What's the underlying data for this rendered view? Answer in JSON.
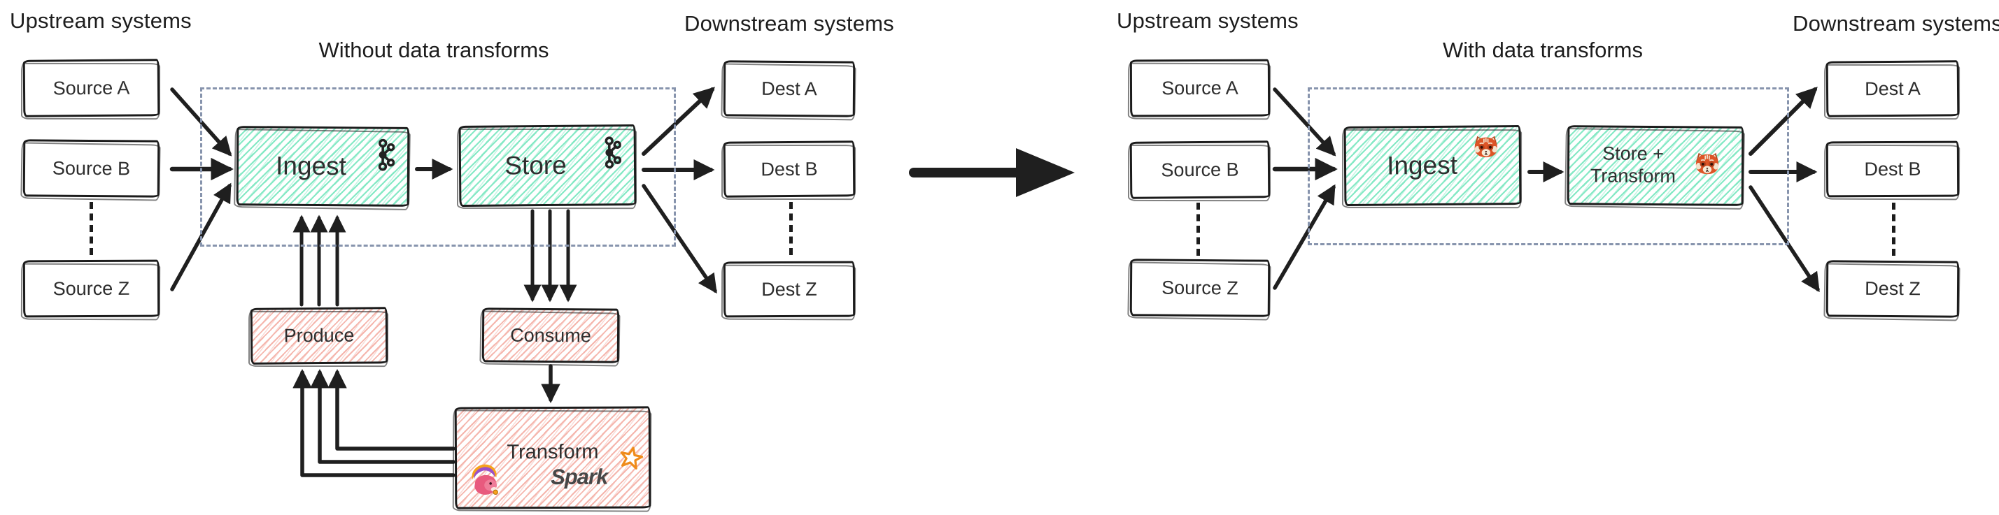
{
  "left": {
    "upstream_label": "Upstream systems",
    "downstream_label": "Downstream systems",
    "title": "Without data transforms",
    "sources": [
      "Source A",
      "Source B",
      "Source Z"
    ],
    "dests": [
      "Dest A",
      "Dest B",
      "Dest Z"
    ],
    "ingest_label": "Ingest",
    "store_label": "Store",
    "produce_label": "Produce",
    "consume_label": "Consume",
    "transform_label": "Transform",
    "spark_label": "Spark"
  },
  "right": {
    "upstream_label": "Upstream systems",
    "downstream_label": "Downstream systems",
    "title": "With data transforms",
    "sources": [
      "Source A",
      "Source B",
      "Source Z"
    ],
    "dests": [
      "Dest A",
      "Dest B",
      "Dest Z"
    ],
    "ingest_label": "Ingest",
    "store_transform_lines": [
      "Store +",
      "Transform"
    ]
  },
  "icons": {
    "pipeline_left": "kafka-icon",
    "pipeline_right": "redpanda-icon",
    "transform_engines": [
      "flink-logo-icon",
      "spark-logo-icon"
    ]
  },
  "colors": {
    "ink": "#1f1f1f",
    "teal_hatch": "#85e9c5",
    "pink_hatch": "#f5b6ad",
    "dashed_border": "#8794ad",
    "spark_orange": "#ef8b1a",
    "flink_pink": "#e85a7e",
    "flink_orange": "#f6a21c",
    "flink_purple": "#9a50c8",
    "redpanda_orange": "#dd5527"
  }
}
